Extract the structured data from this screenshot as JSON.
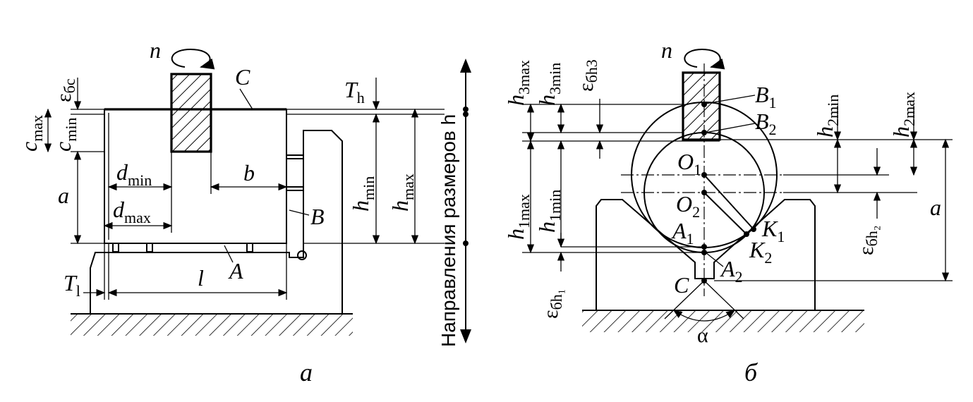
{
  "left_panel": {
    "caption": "а",
    "rotation": "n",
    "labels": {
      "C": "C",
      "B": "B",
      "A": "A",
      "b": "b",
      "l": "l",
      "a": "a",
      "d_min": "d",
      "d_min_sub": "min",
      "d_max": "d",
      "d_max_sub": "max",
      "h_min": "h",
      "h_min_sub": "min",
      "h_max": "h",
      "h_max_sub": "max",
      "c_max": "c",
      "c_max_sub": "max",
      "c_min": "c",
      "c_min_sub": "min",
      "eps_bc": "ε",
      "eps_bc_sub": "бc",
      "T_h": "T",
      "T_h_sub": "h",
      "T_l": "T",
      "T_l_sub": "l"
    }
  },
  "axis_label": "Направления размеров h",
  "right_panel": {
    "caption": "б",
    "rotation": "n",
    "alpha": "α",
    "labels": {
      "B1": "B",
      "B1_sub": "1",
      "B2": "B",
      "B2_sub": "2",
      "O1": "O",
      "O1_sub": "1",
      "O2": "O",
      "O2_sub": "2",
      "A1": "A",
      "A1_sub": "1",
      "A2": "A",
      "A2_sub": "2",
      "K1": "K",
      "K1_sub": "1",
      "K2": "K",
      "K2_sub": "2",
      "C": "C",
      "a": "a",
      "h3max": "h",
      "h3max_sub": "3max",
      "h3min": "h",
      "h3min_sub": "3min",
      "h2min": "h",
      "h2min_sub": "2min",
      "h2max": "h",
      "h2max_sub": "2max",
      "h1max": "h",
      "h1max_sub": "1max",
      "h1min": "h",
      "h1min_sub": "1min",
      "eps_h3": "ε",
      "eps_h3_sub": "бh3",
      "eps_h2": "ε",
      "eps_h2_sub": "бh₂",
      "eps_h1": "ε",
      "eps_h1_sub": "бh₁"
    }
  }
}
